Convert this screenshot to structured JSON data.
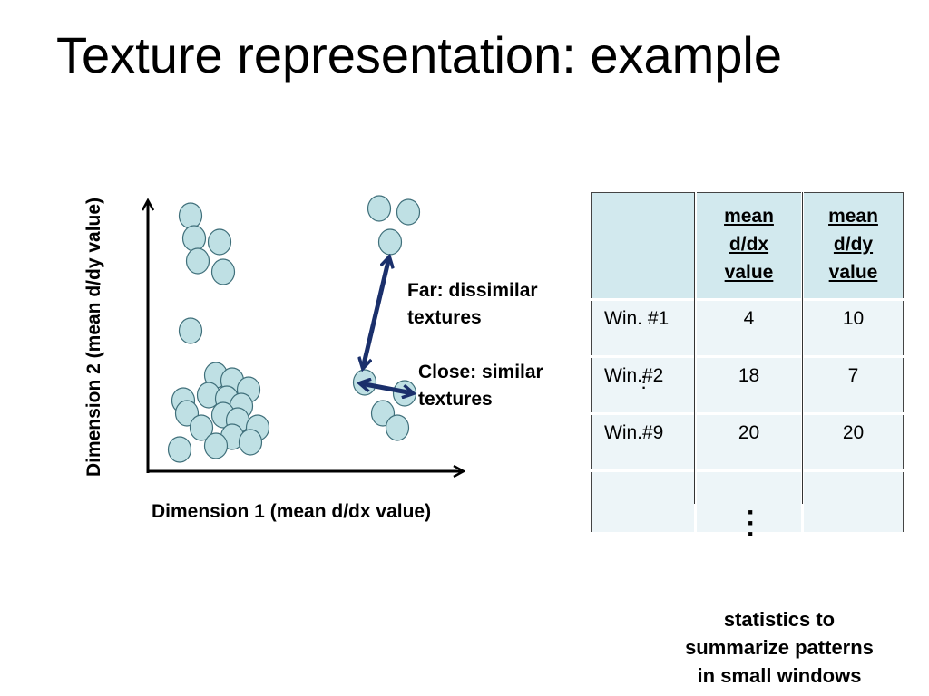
{
  "title": "Texture representation: example",
  "diagram": {
    "x_axis_label": "Dimension 1 (mean d/dx value)",
    "y_axis_label": "Dimension 2 (mean d/dy value)",
    "far_label_lines": [
      "Far: dissimilar",
      "textures"
    ],
    "close_label_lines": [
      "Close: similar",
      "textures"
    ],
    "point_fill": "#bfe0e4",
    "arrow_color": "#1a2f6b"
  },
  "table": {
    "headers": [
      "",
      [
        "mean",
        "d/dx",
        "value"
      ],
      [
        "mean",
        "d/dy",
        "value"
      ]
    ],
    "rows": [
      [
        "Win. #1",
        "4",
        "10"
      ],
      [
        "Win.#2",
        "18",
        "7"
      ],
      [
        "Win.#9",
        "20",
        "20"
      ],
      [
        "",
        "",
        ""
      ]
    ],
    "header_color": "#d2e9ee",
    "row_color": "#edf5f8"
  },
  "caption_lines": [
    "statistics to",
    "summarize patterns",
    "in small windows"
  ]
}
